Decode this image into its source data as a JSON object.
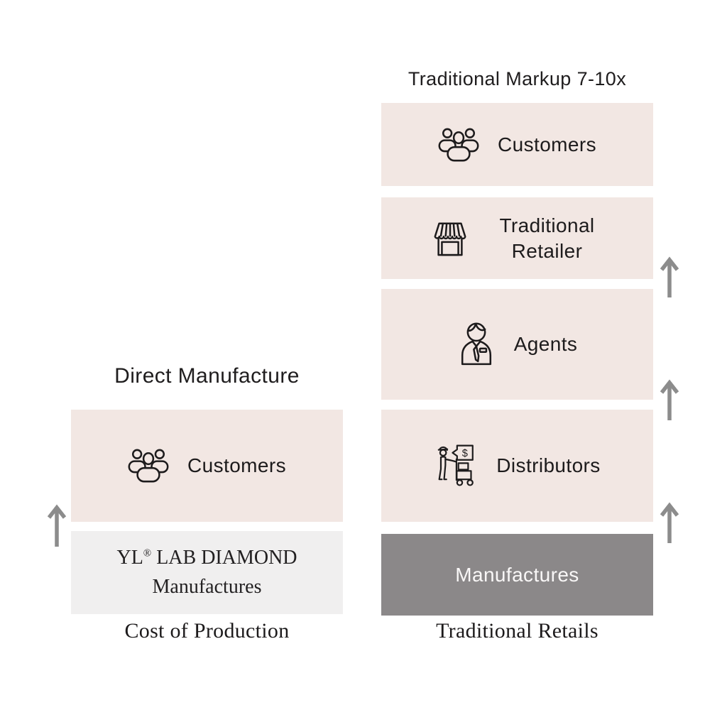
{
  "colors": {
    "box_pink": "#f2e7e3",
    "box_light_gray": "#f0efef",
    "box_dark_gray": "#8b8889",
    "arrow_gray": "#8c8c8c",
    "text_ink": "#1d1b1c",
    "text_on_dark": "#f9f7f7"
  },
  "left_column": {
    "heading": "Direct Manufacture",
    "customers_box": {
      "label": "Customers",
      "icon": "users-icon"
    },
    "manufacturer_box": {
      "brand": "YL",
      "reg_mark": "®",
      "line1_rest": " LAB DIAMOND",
      "line2": "Manufactures"
    },
    "caption": "Cost of Production"
  },
  "right_column": {
    "heading": "Traditional Markup 7-10x",
    "boxes": [
      {
        "label": "Customers",
        "icon": "users-icon"
      },
      {
        "label": "Traditional Retailer",
        "icon": "storefront-icon"
      },
      {
        "label": "Agents",
        "icon": "agent-icon"
      },
      {
        "label": "Distributors",
        "icon": "distributor-icon"
      },
      {
        "label": "Manufactures",
        "icon": "none"
      }
    ],
    "caption": "Traditional Retails"
  },
  "icons": {
    "dollar_sign": "$"
  },
  "arrows": {
    "count_right": 3,
    "count_left": 1,
    "direction": "up"
  }
}
